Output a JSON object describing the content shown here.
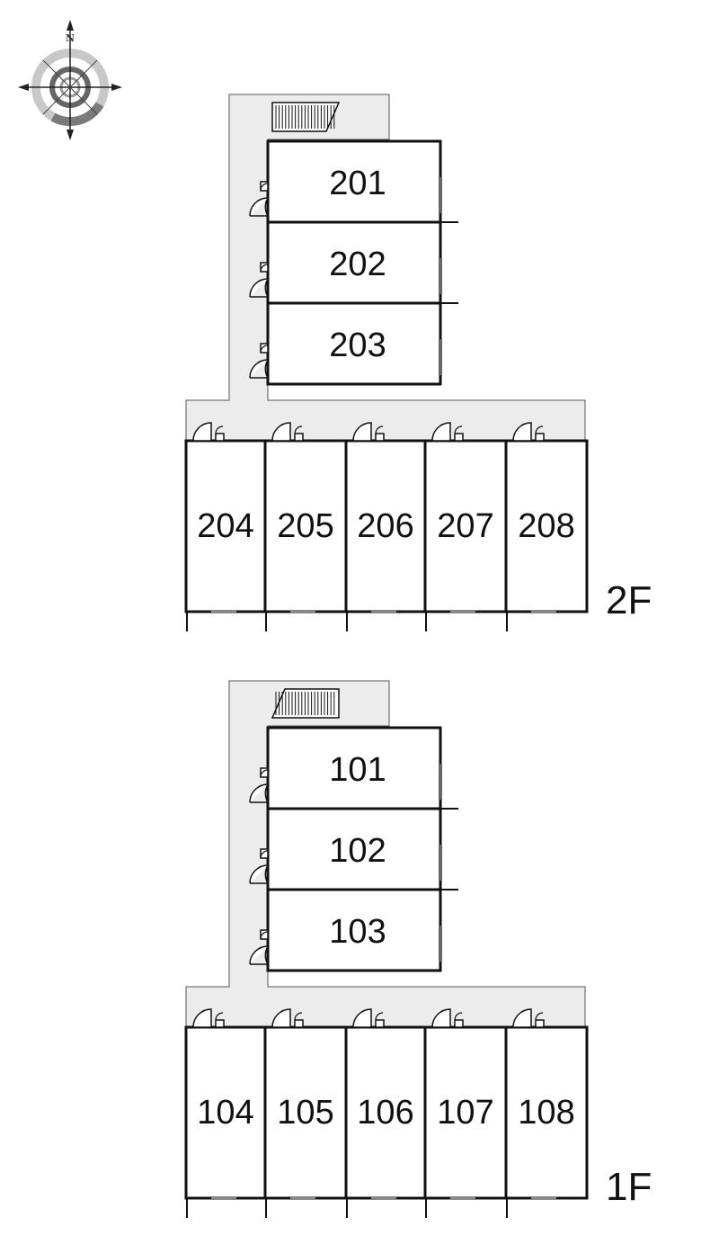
{
  "compass": {
    "north_label": "N",
    "icon": "compass-rose-icon"
  },
  "colors": {
    "corridor": "#ececec",
    "wall": "#111111",
    "compass_light": "#c8c8c8",
    "compass_dark": "#7a7a7a"
  },
  "floors": [
    {
      "label": "2F",
      "top_rooms": [
        "201",
        "202",
        "203"
      ],
      "bottom_rooms": [
        "204",
        "205",
        "206",
        "207",
        "208"
      ]
    },
    {
      "label": "1F",
      "top_rooms": [
        "101",
        "102",
        "103"
      ],
      "bottom_rooms": [
        "104",
        "105",
        "106",
        "107",
        "108"
      ]
    }
  ]
}
